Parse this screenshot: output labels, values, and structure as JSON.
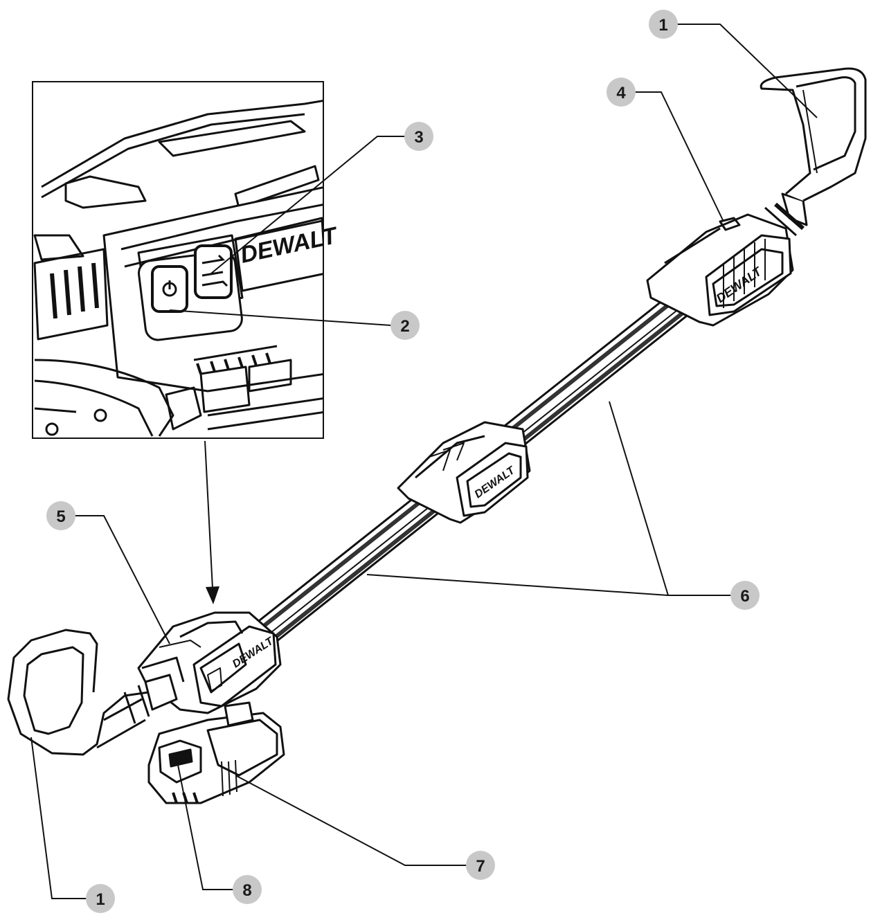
{
  "brand": {
    "logo_text": "DEWALT"
  },
  "callouts": [
    {
      "id": "c1-top",
      "number": "1"
    },
    {
      "id": "c4",
      "number": "4"
    },
    {
      "id": "c3",
      "number": "3"
    },
    {
      "id": "c2",
      "number": "2"
    },
    {
      "id": "c5",
      "number": "5"
    },
    {
      "id": "c6",
      "number": "6"
    },
    {
      "id": "c7",
      "number": "7"
    },
    {
      "id": "c8",
      "number": "8"
    },
    {
      "id": "c1-bottom",
      "number": "1"
    }
  ],
  "colors": {
    "line": "#111111",
    "callout_fill": "#c8c8c8",
    "background": "#ffffff"
  }
}
